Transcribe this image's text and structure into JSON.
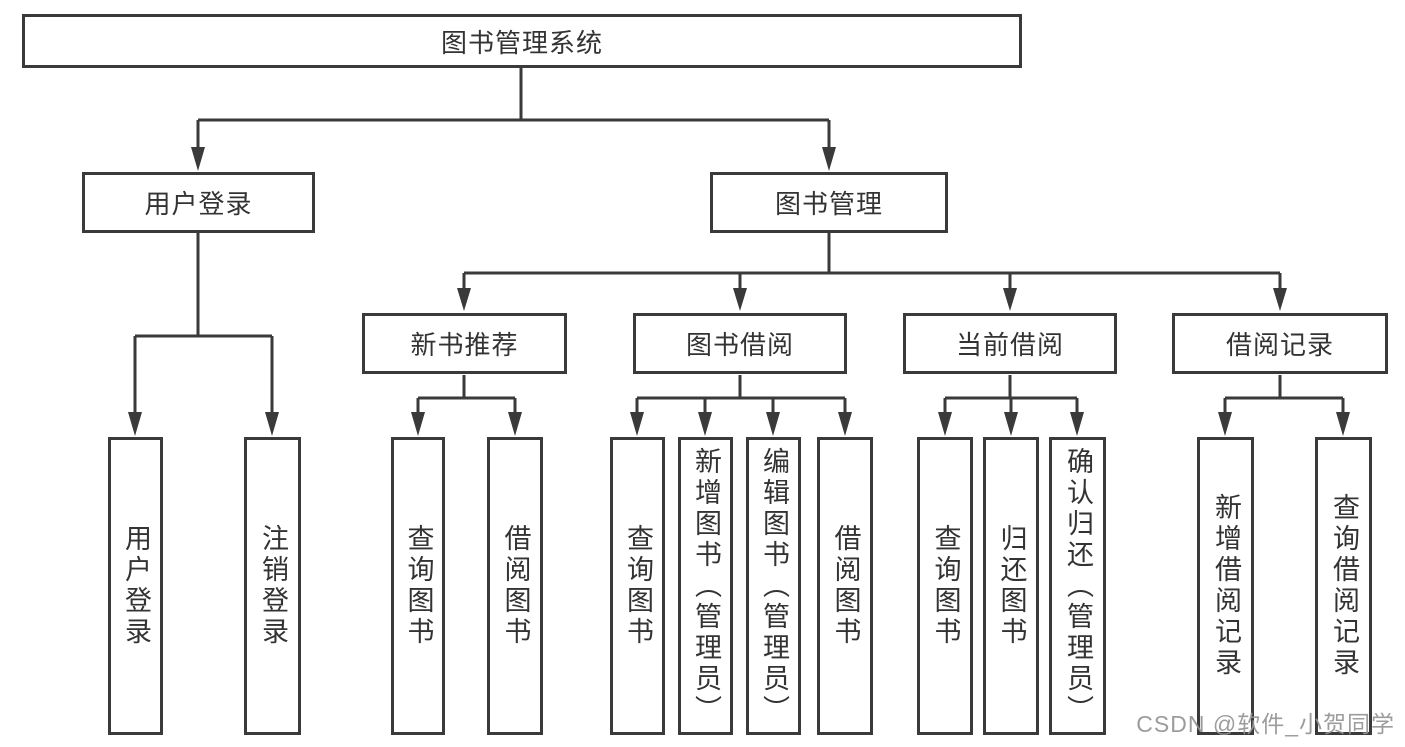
{
  "tree": {
    "label": "图书管理系统",
    "children": [
      {
        "label": "用户登录",
        "children": [
          {
            "label": "用户登录"
          },
          {
            "label": "注销登录"
          }
        ]
      },
      {
        "label": "图书管理",
        "children": [
          {
            "label": "新书推荐",
            "children": [
              {
                "label": "查询图书"
              },
              {
                "label": "借阅图书"
              }
            ]
          },
          {
            "label": "图书借阅",
            "children": [
              {
                "label": "查询图书"
              },
              {
                "label": "新增图书（管理员）"
              },
              {
                "label": "编辑图书（管理员）"
              },
              {
                "label": "借阅图书"
              }
            ]
          },
          {
            "label": "当前借阅",
            "children": [
              {
                "label": "查询图书"
              },
              {
                "label": "归还图书"
              },
              {
                "label": "确认归还（管理员）"
              }
            ]
          },
          {
            "label": "借阅记录",
            "children": [
              {
                "label": "新增借阅记录"
              },
              {
                "label": "查询借阅记录"
              }
            ]
          }
        ]
      }
    ]
  },
  "watermark": {
    "text": "CSDN @软件_小贺同学"
  },
  "colors": {
    "line": "#3a3a3a",
    "box_border": "#3a3a3a",
    "box_background": "#ffffff",
    "text": "#333333",
    "watermark_text": "#949494",
    "page_background": "#ffffff"
  }
}
